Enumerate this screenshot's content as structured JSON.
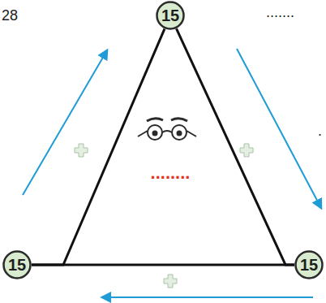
{
  "diagram": {
    "nodes": [
      {
        "text": [
          "15"
        ]
      },
      {
        "text": [
          "15"
        ]
      },
      {
        "text": [
          "15"
        ]
      }
    ],
    "edges": [
      {
        "from": 1,
        "to": 0,
        "arrow": "none"
      },
      {
        "from": 0,
        "to": 2,
        "arrow": "none"
      },
      {
        "from": 2,
        "to": 1,
        "arrow": "none"
      }
    ],
    "labels": [
      "28",
      ".......",
      ".",
      "........"
    ]
  }
}
